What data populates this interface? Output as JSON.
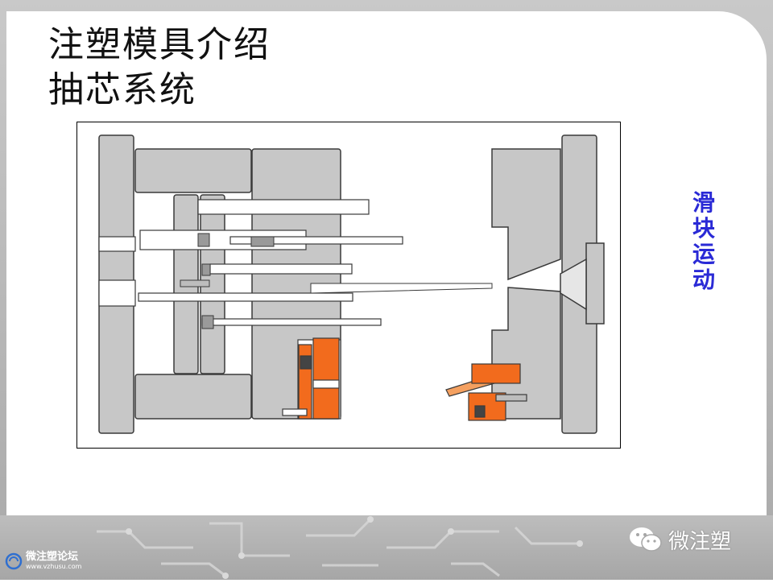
{
  "slide": {
    "title_line1": "注塑模具介绍",
    "title_line2": "抽芯系统",
    "side_label": [
      "滑",
      "块",
      "运",
      "动"
    ]
  },
  "footer": {
    "wechat_text": "微注塑",
    "forum_name": "微注塑论坛",
    "forum_url": "www.vzhusu.com"
  },
  "icons": {
    "wechat": "wechat-icon",
    "forum": "forum-logo-icon"
  },
  "colors": {
    "plate_gray": "#c7c7c7",
    "outline": "#3a3a3a",
    "slider_orange": "#f26b1d",
    "label_blue": "#2a2ad6"
  }
}
